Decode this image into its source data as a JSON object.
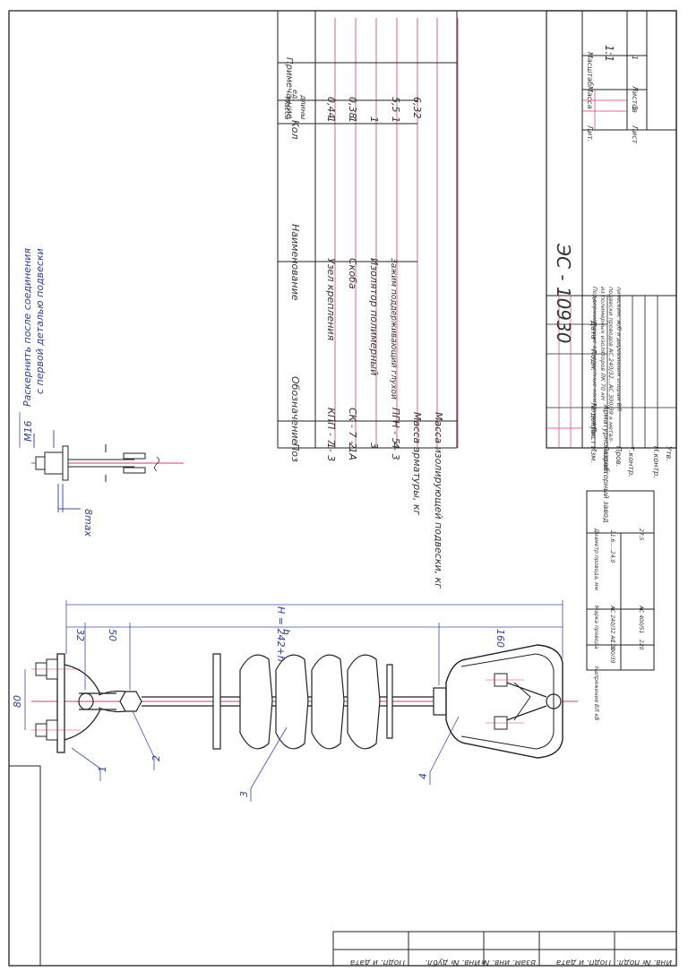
{
  "doc": {
    "code": "ЭС - 10930",
    "description": "Поддерживающие однocцепные конструкции из полимерных изоляторов ЛК 70 кН подвески проводов АС 240/32...АС 300/39 к металлическим, ж/б и деревянным опорам ВЛ",
    "lit_label": "Лит.",
    "mass_label": "Масса",
    "scale_label": "Масштаб",
    "scale_value": "1:1",
    "sheet_label": "Лист",
    "sheet_value": "1",
    "sheets_label": "Листов",
    "sheets_value": "1",
    "sign_rows": [
      {
        "label": "Изм.",
        "extra": "Лист"
      },
      {
        "label": "Разраб.",
        "extra": "Арматурно-изоляторный завод"
      },
      {
        "label": "Пров.",
        "extra": ""
      },
      {
        "label": "Т.контр.",
        "extra": ""
      },
      {
        "label": "",
        "extra": ""
      },
      {
        "label": "Н.контр.",
        "extra": ""
      },
      {
        "label": "Утв.",
        "extra": ""
      }
    ],
    "sign_headers": [
      "№ докум.",
      "Подп.",
      "Дата"
    ]
  },
  "spec": {
    "headers": {
      "pos": "Поз",
      "designation": "Обозначение",
      "name": "Наименование",
      "qty": "Кол",
      "mass": "Масса ед. длины",
      "note": "Примеча-ние"
    },
    "rows": [
      {
        "pos": "1",
        "designation": "КПП - 7 - 3",
        "name": "Узел крепления",
        "qty": "1",
        "mass": "0,44"
      },
      {
        "pos": "2",
        "designation": "СК - 7 - 1А",
        "name": "Скоба",
        "qty": "1",
        "mass": "0,38"
      },
      {
        "pos": "3",
        "designation": "",
        "name": "Изолятор полимерный",
        "qty": "1",
        "mass": ""
      },
      {
        "pos": "4",
        "designation": "ПГН - 5 - 3",
        "name": "Зажим поддерживающий глухой",
        "qty": "1",
        "mass": "5,5"
      }
    ],
    "total_armature_label": "Масса арматуры, кг",
    "total_armature_value": "6,32",
    "total_assembly_label": "Масса изолирующей подвески, кг"
  },
  "wire_table": {
    "headers": [
      "Напряжение ВЛ кВ",
      "Марка провода",
      "Диаметр провода, мм"
    ],
    "rows": [
      {
        "voltage": "110",
        "wire": "АС 240/32 АС 300/39",
        "diam": "21,6.....24,0"
      },
      {
        "voltage": "220",
        "wire": "АС 400/51",
        "diam": "27,5"
      }
    ]
  },
  "drawing": {
    "note": "Раскернить после соединения с первой деталью подвески",
    "dim_thread": "М16",
    "dim_8max": "8max",
    "dim_80": "80",
    "dim_32": "32",
    "dim_50": "50",
    "dim_h": "h",
    "dim_160": "160",
    "dim_H": "H = 242+h",
    "callouts": [
      "1",
      "2",
      "3",
      "4"
    ]
  },
  "margin_stamps": [
    "Инв. № подл.",
    "Подп. и дата",
    "Взам. инв. №",
    "Инв. № дубл.",
    "Подп. и дата"
  ]
}
